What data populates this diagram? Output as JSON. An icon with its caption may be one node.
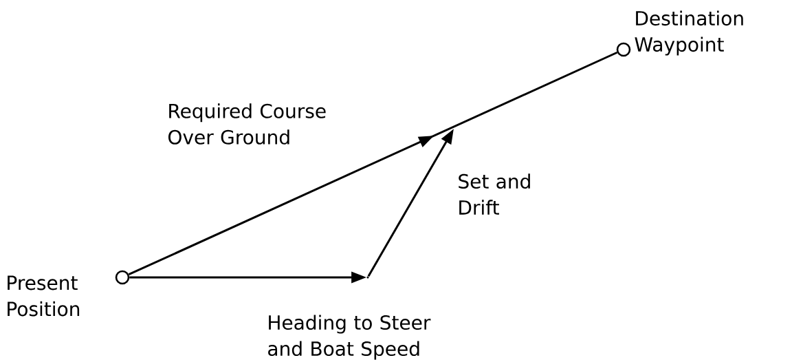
{
  "diagram": {
    "nodes": [
      {
        "text": [],
        "shape": "circle",
        "beside": [
          "Present Position"
        ]
      },
      {
        "text": [],
        "shape": "circle",
        "beside": [
          "Destination Waypoint"
        ]
      },
      {
        "text": [],
        "shape": "point"
      }
    ],
    "edges": [
      {
        "from": 0,
        "to": 1,
        "arrow": "to",
        "label": "Required Course Over Ground"
      },
      {
        "from": 0,
        "to": 2,
        "arrow": "to",
        "label": "Heading to Steer and Boat Speed"
      },
      {
        "from": 2,
        "to": null,
        "arrow": "to",
        "label": "Set and Drift"
      }
    ]
  }
}
